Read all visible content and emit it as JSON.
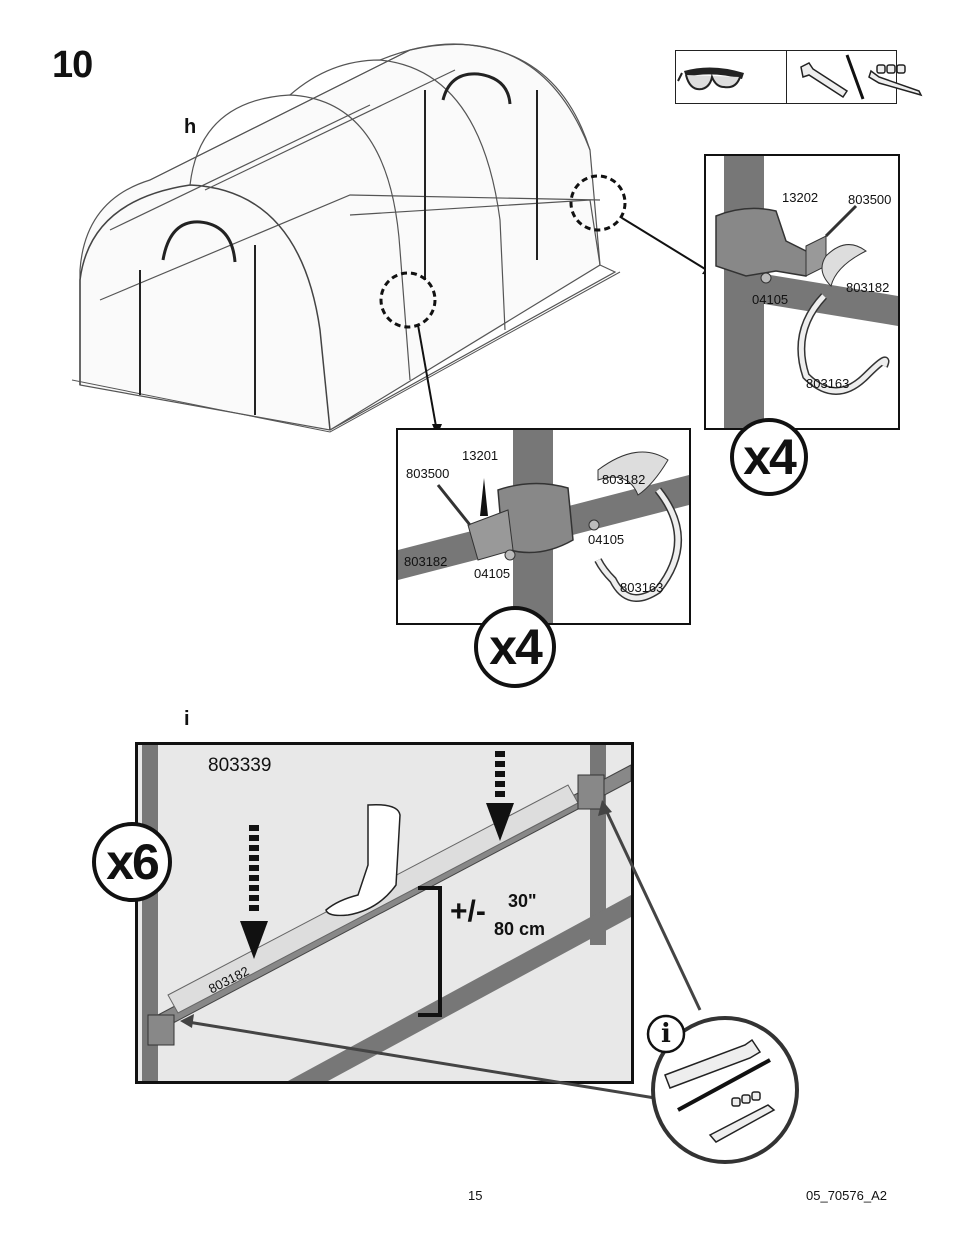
{
  "step": {
    "number": "10"
  },
  "substeps": {
    "h": "h",
    "i": "i"
  },
  "detail_right": {
    "labels": {
      "part_a": "13202",
      "part_b": "803500",
      "part_c": "04105",
      "part_d": "803182",
      "part_e": "803163"
    },
    "multiplier": "x4"
  },
  "detail_center": {
    "labels": {
      "part_a": "13201",
      "part_b": "803500",
      "part_c": "803182",
      "part_d": "04105",
      "part_e": "803182",
      "part_f": "04105",
      "part_g": "803163"
    },
    "multiplier": "x4"
  },
  "detail_bottom": {
    "top_label": "803339",
    "pipe_label": "803182",
    "measure_sign": "+/-",
    "measure_in": "30\"",
    "measure_cm": "80 cm",
    "multiplier": "x6",
    "info_icon": "i"
  },
  "footer": {
    "page": "15",
    "code": "05_70576_A2"
  }
}
